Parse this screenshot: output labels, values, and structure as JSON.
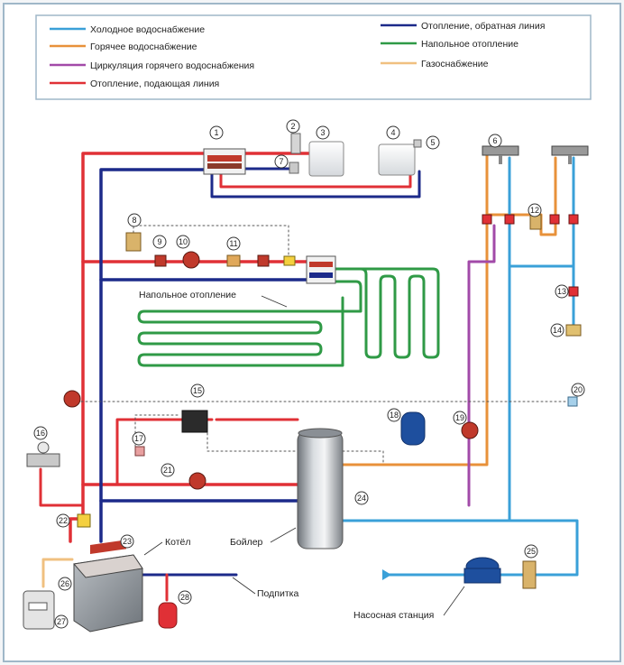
{
  "legend": [
    {
      "label": "Холодное водоснабжение",
      "color": "#3aa0d8"
    },
    {
      "label": "Горячее водоснабжение",
      "color": "#e8913a"
    },
    {
      "label": "Циркуляция горячего водоснабжения",
      "color": "#a24aa8"
    },
    {
      "label": "Отопление, подающая линия",
      "color": "#e03036"
    },
    {
      "label": "Отопление, обратная линия",
      "color": "#1c2a8a"
    },
    {
      "label": "Напольное отопление",
      "color": "#2f9a46"
    },
    {
      "label": "Газоснабжение",
      "color": "#f0c080"
    }
  ],
  "labels": {
    "underfloor": "Напольное отопление",
    "boiler": "Котёл",
    "tank": "Бойлер",
    "makeup": "Подпитка",
    "pump_station": "Насосная станция"
  },
  "numbers": [
    "1",
    "2",
    "3",
    "4",
    "5",
    "6",
    "7",
    "8",
    "9",
    "10",
    "11",
    "12",
    "13",
    "14",
    "15",
    "16",
    "17",
    "18",
    "19",
    "20",
    "21",
    "22",
    "23",
    "24",
    "25",
    "26",
    "27",
    "28"
  ],
  "colors": {
    "cold": "#3aa0d8",
    "hot": "#e8913a",
    "circulation": "#a24aa8",
    "supply": "#e03036",
    "return": "#1c2a8a",
    "floor": "#2f9a46",
    "gas": "#f0c080",
    "frame": "#9fb7c8"
  }
}
